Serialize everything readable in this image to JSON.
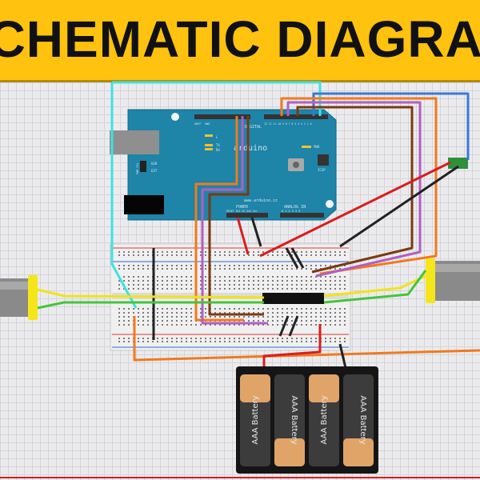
{
  "title": "SCHEMATIC DIAGRAM",
  "arduino": {
    "logo": "arduino",
    "website": "www.arduino.cc",
    "digital_label": "DIGITAL",
    "power_label": "POWER",
    "analog_label": "ANALOG IN",
    "led_l": "L",
    "led_tx": "TX",
    "led_rx": "RX",
    "pwr_label": "PWR",
    "icsp_label": "ICSP",
    "usb_label": "USB",
    "ext_label": "EXT",
    "pwr_sel_label": "PWR SEL",
    "aref_label": "AREF",
    "gnd_label": "GND",
    "digital_pins": "13 12 11 10 9 8   7 6 5 4 3 2 1 0",
    "power_pins": "RESET 3V3 5V Gnd Vin",
    "analog_pins": "0 1 2 3 4 5",
    "board_color": "#1e84a8"
  },
  "battery_pack": {
    "cells": [
      "AAA Battery",
      "AAA Battery",
      "AAA Battery",
      "AAA Battery"
    ]
  },
  "colors": {
    "title_bg": "#ffc20e",
    "wire_cyan": "#3fe3e0",
    "wire_orange": "#f07a1c",
    "wire_purple": "#b25fc0",
    "wire_brown": "#7a3a12",
    "wire_red": "#d81e1e",
    "wire_black": "#222222",
    "wire_yellow": "#f2e21a",
    "wire_green": "#46c43a",
    "wire_blue": "#3a78d8"
  }
}
